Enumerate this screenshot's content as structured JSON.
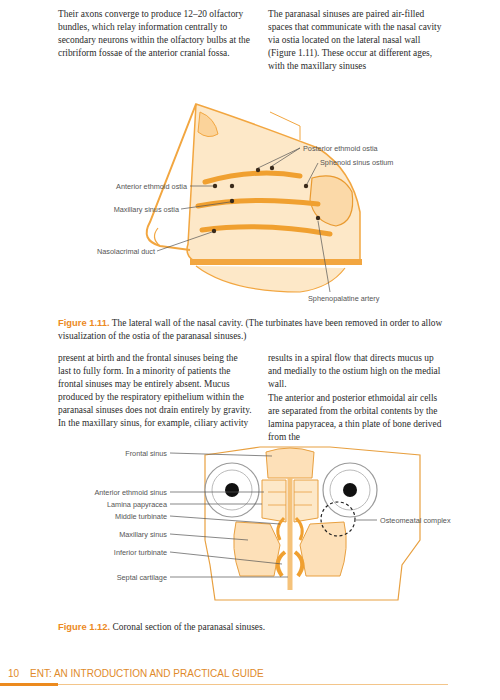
{
  "diagram": {
    "labels": [
      "Their axons converge to produce 12–20 olfactory bundles, which relay information centrally to secondary neurons within the olfactory bulbs at the cribriform fossae of the anterior cranial fossa.",
      "The paranasal sinuses are paired air-filled spaces that communicate with the nasal cavity via ostia located on the lateral nasal wall (Figure 1.11). These occur at different ages, with the maxillary sinuses",
      "Posterior ethmoid ostia",
      "Sphenoid sinus ostium",
      "Anterior ethmoid ostia",
      "Maxillary sinus ostia",
      "Nasolacrimal duct",
      "Sphenopalatine artery",
      "Figure 1.11.",
      "The lateral wall of the nasal cavity. (The turbinates have been removed in order to allow visualization of the ostia of the paranasal sinuses.)",
      "present at birth and the frontal sinuses being the last to fully form. In a minority of patients the frontal sinuses may be entirely absent. Mucus produced by the respiratory epithelium within the paranasal sinuses does not drain entirely by gravity. In the maxillary sinus, for example, ciliary activity",
      "results in a spiral flow that directs mucus up and medially to the ostium high on the medial wall.",
      "The anterior and posterior ethmoidal air cells are separated from the orbital contents by the lamina papyracea, a thin plate of bone derived from the",
      "Frontal sinus",
      "Anterior ethmoid sinus",
      "Lamina papyracea",
      "Middle turbinate",
      "Maxillary sinus",
      "Inferior turbinate",
      "Septal cartilage",
      "Osteomeatal complex",
      "Figure 1.12.",
      "Coronal section of the paranasal sinuses.",
      "10",
      "ENT: AN INTRODUCTION AND PRACTICAL GUIDE"
    ]
  }
}
